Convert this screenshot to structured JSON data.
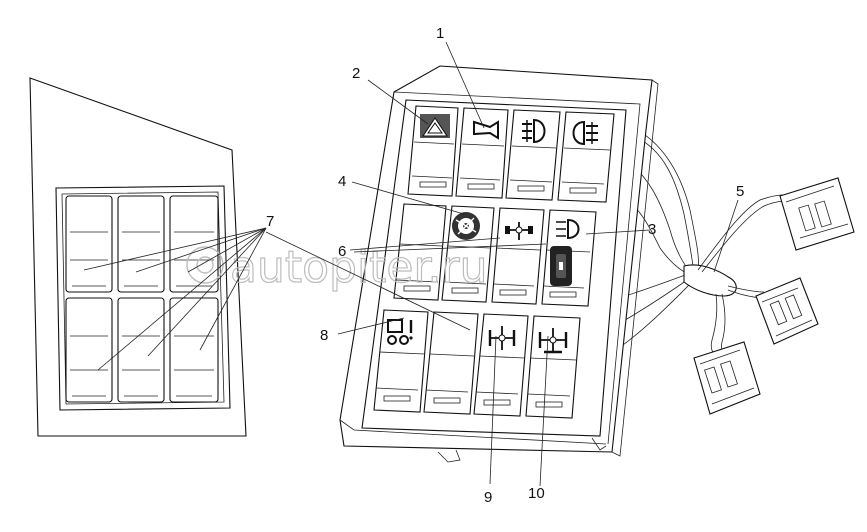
{
  "watermark": {
    "text": "autopiter.ru"
  },
  "callouts": {
    "c1": "1",
    "c2": "2",
    "c3": "3",
    "c4": "4",
    "c5": "5",
    "c6": "6",
    "c7": "7",
    "c8": "8",
    "c9": "9",
    "c10": "10"
  },
  "icons": {
    "r1c1": "hazard-warning-icon",
    "r1c2": "horn-icon",
    "r1c3": "front-fog-light-icon",
    "r1c4": "rear-fog-light-icon",
    "r2c2": "differential-lock-icon",
    "r2c3": "axle-lock-icon",
    "r2c4": "headlight-icon",
    "r3c1": "trailer-warning-icon",
    "r3c3": "interaxle-lock-icon",
    "r3c4": "drive-axle-icon"
  }
}
